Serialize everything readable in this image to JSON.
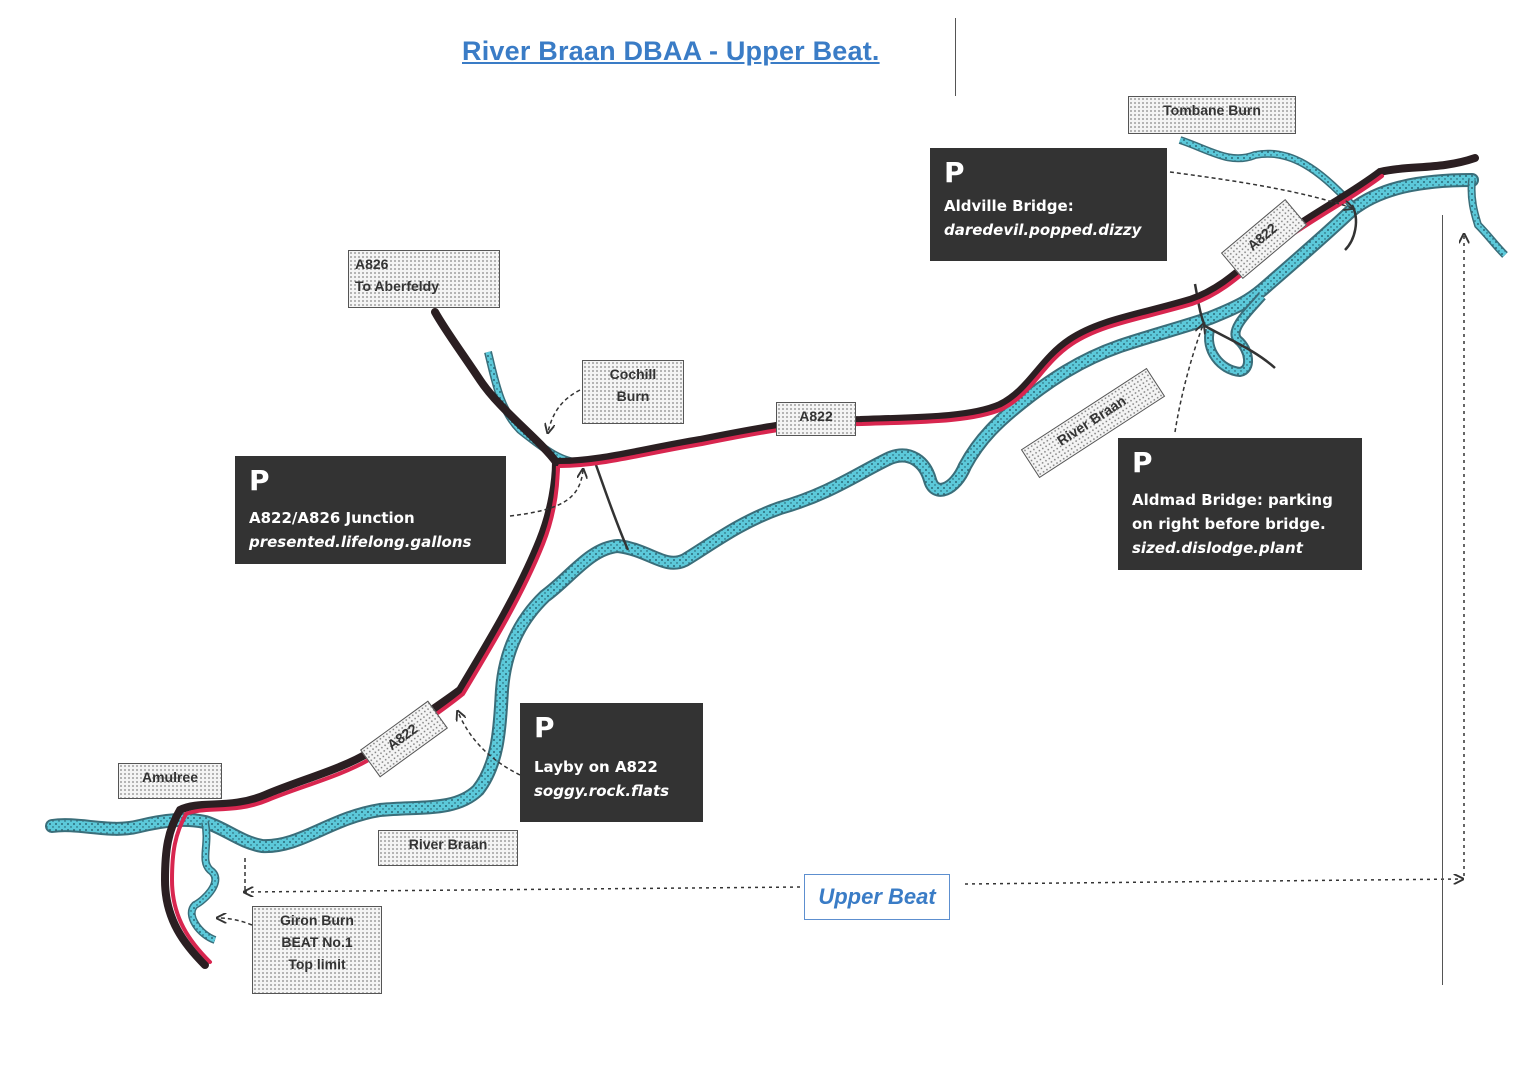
{
  "title": "River Braan DBAA - Upper Beat.",
  "labels": {
    "amulree": "Amulree",
    "tombane": "Tombane Burn",
    "a826_road": "A826",
    "a826_dest": "To Aberfeldy",
    "cochill_1": "Cochill",
    "cochill_2": "Burn",
    "road_a822_1": "A822",
    "road_a822_2": "A822",
    "road_a822_3": "A822",
    "river_braan_1": "River Braan",
    "river_braan_2": "River Braan",
    "giron_1": "Giron Burn",
    "giron_2": "BEAT No.1",
    "giron_3": "Top limit"
  },
  "parking": [
    {
      "symbol": "P",
      "name": "Aldville Bridge:",
      "code": "daredevil.popped.dizzy"
    },
    {
      "symbol": "P",
      "name": "A822/A826 Junction",
      "code": "presented.lifelong.gallons"
    },
    {
      "symbol": "P",
      "name": "Aldmad Bridge: parking",
      "name2": "on right before bridge.",
      "code": "sized.dislodge.plant"
    },
    {
      "symbol": "P",
      "name": "Layby on A822",
      "code": "soggy.rock.flats"
    }
  ],
  "beat_label": "Upper Beat",
  "colors": {
    "road": "#d8264f",
    "road_outline": "#2b1f22",
    "river": "#44c3d6",
    "river_outline": "#3a6e7a",
    "title": "#3a7cc6",
    "parking_box": "#333333"
  }
}
